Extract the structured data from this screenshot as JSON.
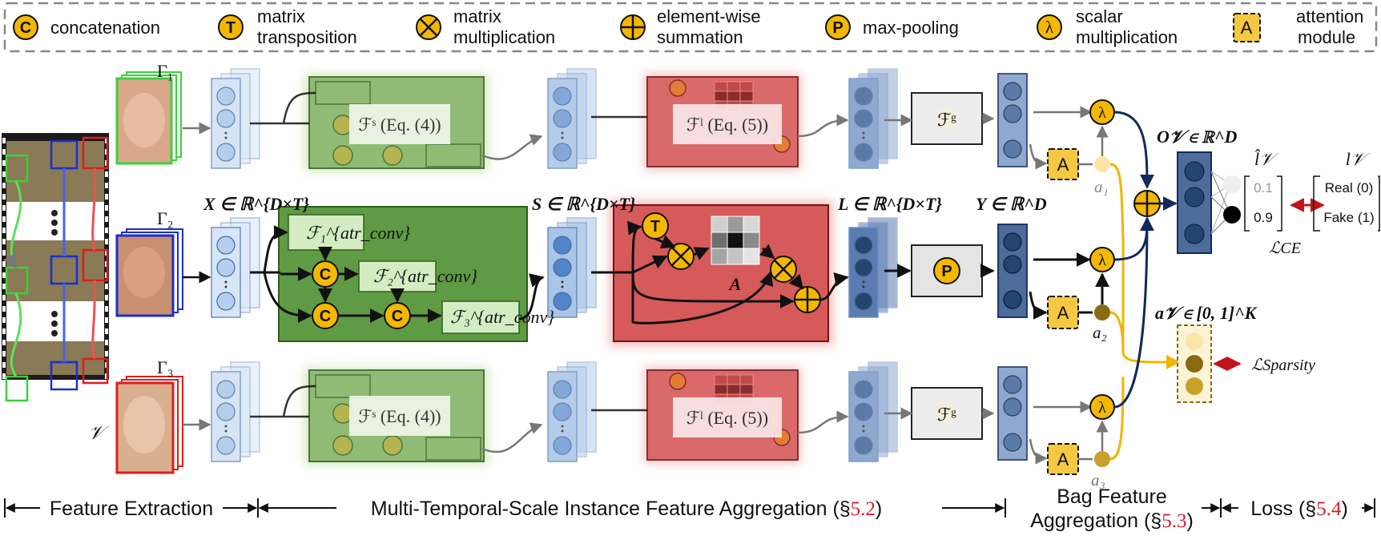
{
  "legend": [
    {
      "glyph": "C",
      "label": "concatenation"
    },
    {
      "glyph": "T",
      "line1": "matrix",
      "line2": "transposition"
    },
    {
      "glyph": "",
      "line1": "matrix",
      "line2": "multiplication"
    },
    {
      "glyph": "",
      "line1": "element-wise",
      "line2": "summation"
    },
    {
      "glyph": "P",
      "label": "max-pooling"
    },
    {
      "glyph": "λ",
      "line1": "scalar",
      "line2": "multiplication"
    },
    {
      "glyph": "A",
      "line1": "attention",
      "line2": "module"
    }
  ],
  "labels": {
    "video": "𝒱",
    "gamma1": "Γ₁",
    "gamma2": "Γ₂",
    "gamma3": "Γ₃",
    "X": "X ∈ ℝ^{D×T}",
    "S": "S ∈ ℝ^{D×T}",
    "L": "L ∈ ℝ^{D×T}",
    "Y": "Y ∈ ℝ^D",
    "A": "A",
    "a1": "a₁",
    "a2": "a₂",
    "a3": "a₃",
    "O": "O𝒱 ∈ ℝ^D",
    "aV": "a𝒱 ∈ [0, 1]^K",
    "lhat": "l̂𝒱",
    "l": "l𝒱",
    "lce": "ℒCE",
    "lsparsity": "ℒSparsity"
  },
  "blocks": {
    "fs_label": "ℱˢ (Eq. (4))",
    "fl_label": "ℱˡ (Eq. (5))",
    "fg_label": "ℱᵍ",
    "atr1": "ℱ₁^{atr_conv}",
    "atr2": "ℱ₂^{atr_conv}",
    "atr3": "ℱ₃^{atr_conv}"
  },
  "classifier": {
    "pred_real": "0.1",
    "pred_fake": "0.9",
    "real": "Real (0)",
    "fake": "Fake (1)"
  },
  "stages": [
    {
      "label": "Feature Extraction"
    },
    {
      "label": "Multi-Temporal-Scale Instance Feature Aggregation ",
      "paren_open": "(§",
      "ref": "5.2",
      "paren_close": ")"
    },
    {
      "line1": "Bag Feature",
      "line2": "Aggregation (§",
      "ref": "5.3",
      "paren_close": ")"
    },
    {
      "label": "Loss (§",
      "ref": "5.4",
      "paren_close": ")"
    }
  ],
  "colors": {
    "operator_fill": "#f5b800",
    "green_block": "#5f9a45",
    "red_block": "#d65a5a",
    "feature_blue": "#a8c4e6",
    "feature_navy": "#2e4f84",
    "loss_arrow": "#c0141c"
  }
}
